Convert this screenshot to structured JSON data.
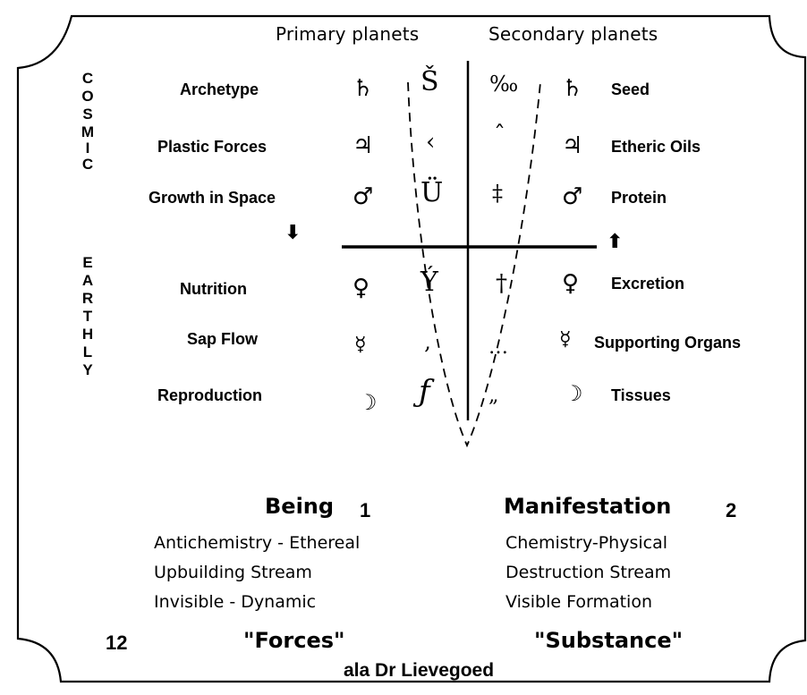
{
  "header": {
    "primary": "Primary planets",
    "secondary": "Secondary planets"
  },
  "vertical": {
    "cosmic": [
      "C",
      "O",
      "S",
      "M",
      "I",
      "C"
    ],
    "earthly": [
      "E",
      "A",
      "R",
      "T",
      "H",
      "L",
      "Y"
    ]
  },
  "rows": [
    {
      "left": "Archetype",
      "left_sym": "♄",
      "inner_left": "Š",
      "inner_right": "‰",
      "right_sym": "♄",
      "right": "Seed"
    },
    {
      "left": "Plastic Forces",
      "left_sym": "♃",
      "inner_left": "‹",
      "inner_right": "ˆ",
      "right_sym": "♃",
      "right": "Etheric Oils"
    },
    {
      "left": "Growth in Space",
      "left_sym": "♂",
      "inner_left": "Ü",
      "inner_right": "‡",
      "right_sym": "♂",
      "right": "Protein"
    },
    {
      "left": "Nutrition",
      "left_sym": "♀",
      "inner_left": "Ý",
      "inner_right": "†",
      "right_sym": "♀",
      "right": "Excretion"
    },
    {
      "left": "Sap Flow",
      "left_sym": "☿",
      "inner_left": "‚",
      "inner_right": "…",
      "right_sym": "☿",
      "right": "Supporting Organs"
    },
    {
      "left": "Reproduction",
      "left_sym": "☽",
      "inner_left": "ƒ",
      "inner_right": "„",
      "right_sym": "☽",
      "right": "Tissues"
    }
  ],
  "arrows": {
    "down": "⬇",
    "up": "⬆"
  },
  "being": {
    "title": "Being",
    "num": "1",
    "lines": [
      "Antichemistry - Ethereal",
      "Upbuilding Stream",
      "Invisible - Dynamic"
    ],
    "footer": "\"Forces\""
  },
  "manifestation": {
    "title": "Manifestation",
    "num": "2",
    "lines": [
      "Chemistry-Physical",
      "Destruction Stream",
      "Visible Formation"
    ],
    "footer": "\"Substance\""
  },
  "twelve": "12",
  "credit": "ala Dr Lievegoed"
}
